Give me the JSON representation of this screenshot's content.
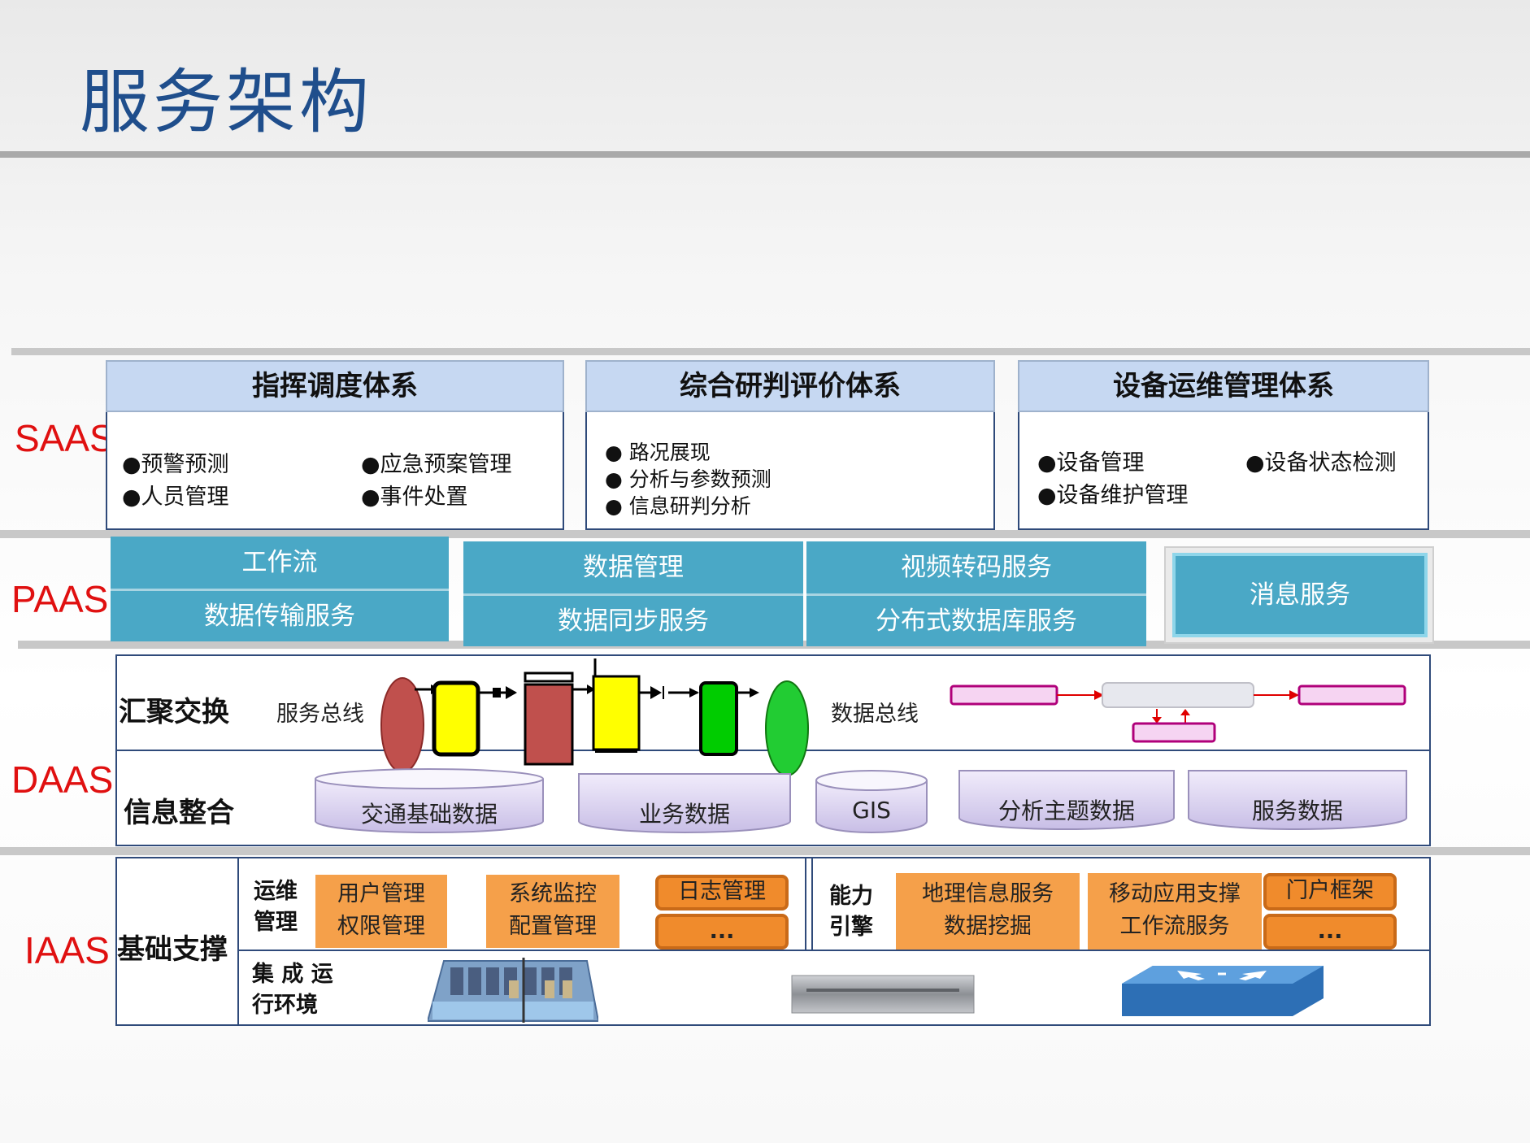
{
  "title": "服务架构",
  "layers": {
    "saas": "SAAS",
    "paas": "PAAS",
    "daas": "DAAS",
    "iaas": "IAAS"
  },
  "saas": [
    {
      "title": "指挥调度体系",
      "items": [
        "●预警预测",
        "●应急预案管理",
        "●人员管理",
        "●事件处置"
      ]
    },
    {
      "title": "综合研判评价体系",
      "items": [
        "●  路况展现",
        "●  分析与参数预测",
        "●  信息研判分析"
      ]
    },
    {
      "title": "设备运维管理体系",
      "items": [
        "●设备管理",
        "●设备状态检测",
        "●设备维护管理"
      ]
    }
  ],
  "paas": {
    "workflow": "工作流",
    "data_transfer": "数据传输服务",
    "data_mgmt": "数据管理",
    "data_sync": "数据同步服务",
    "video_transcode": "视频转码服务",
    "distributed_db": "分布式数据库服务",
    "message": "消息服务"
  },
  "daas": {
    "exchange_label": "汇聚交换",
    "service_bus": "服务总线",
    "data_bus": "数据总线",
    "integration_label": "信息整合",
    "stores": [
      "交通基础数据",
      "业务数据",
      "GIS",
      "分析主题数据",
      "服务数据"
    ]
  },
  "iaas": {
    "label": "基础支撑",
    "ops": {
      "label1": "运维",
      "label2": "管理",
      "user": [
        "用户管理",
        "权限管理"
      ],
      "monitor": [
        "系统监控",
        "配置管理"
      ],
      "log": "日志管理",
      "more": "..."
    },
    "engine": {
      "label1": "能力",
      "label2": "引擎",
      "gis": [
        "地理信息服务",
        "数据挖掘"
      ],
      "mobile": [
        "移动应用支撑",
        "工作流服务"
      ],
      "portal": "门户框架",
      "more": "..."
    },
    "env": {
      "label1": "集 成 运",
      "label2": "行环境"
    }
  },
  "colors": {
    "title": "#1f4e8c",
    "layer_label": "#e01010",
    "paas": "#4aa8c6",
    "orange": "#f5a04a",
    "header": "#c6d8f2"
  }
}
